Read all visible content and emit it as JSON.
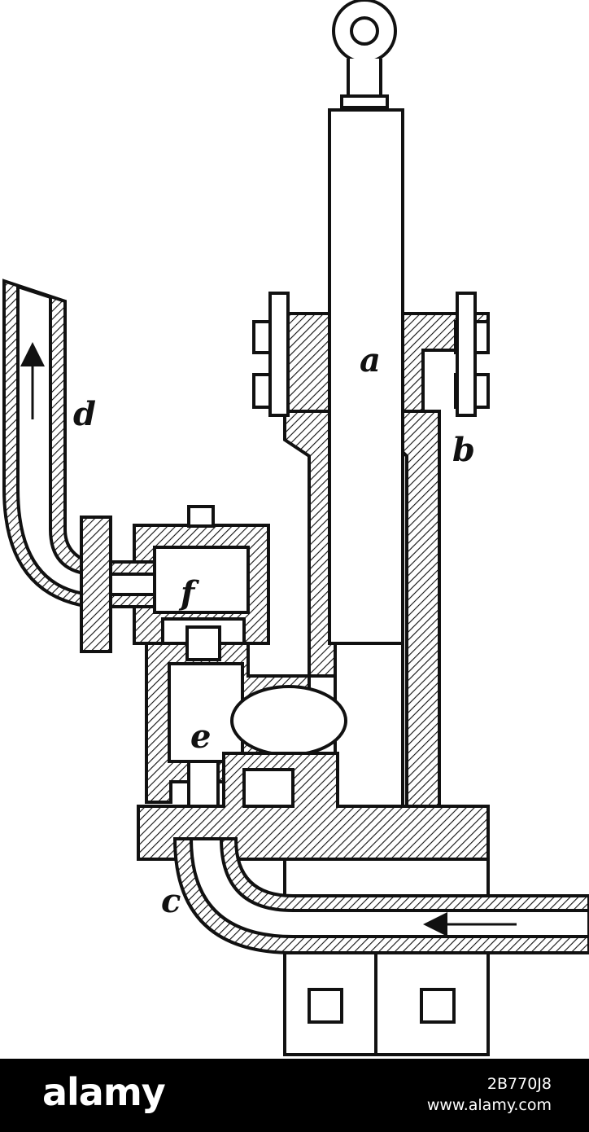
{
  "labels": {
    "a": "a",
    "b": "b",
    "c": "c",
    "d": "d",
    "e": "e",
    "f": "f"
  },
  "footer": {
    "brand": "alamy",
    "image_id": "2B770J8",
    "site": "www.alamy.com"
  },
  "colors": {
    "ink": "#111111",
    "paper": "#ffffff",
    "footer": "#000000"
  }
}
